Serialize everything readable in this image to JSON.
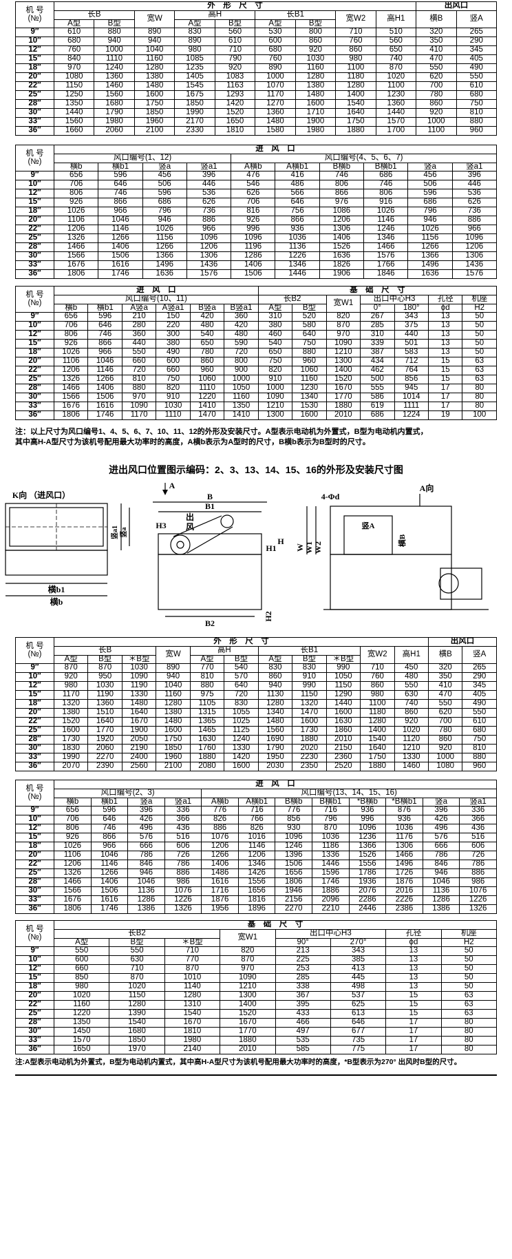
{
  "t1": {
    "head": [
      "机 号",
      "外　形　尺　寸",
      "出风口",
      "长B",
      "宽W",
      "高H",
      "长B1",
      "宽W2",
      "高H1",
      "横B",
      "竖A",
      "A型",
      "B型",
      "(№)"
    ],
    "rows": [
      [
        "9″",
        "610",
        "880",
        "890",
        "830",
        "560",
        "530",
        "800",
        "710",
        "510",
        "320",
        "265"
      ],
      [
        "10″",
        "680",
        "940",
        "940",
        "890",
        "610",
        "600",
        "860",
        "760",
        "560",
        "350",
        "290"
      ],
      [
        "12″",
        "760",
        "1000",
        "1040",
        "980",
        "710",
        "680",
        "920",
        "860",
        "650",
        "410",
        "345"
      ],
      [
        "15″",
        "840",
        "1110",
        "1160",
        "1085",
        "790",
        "760",
        "1030",
        "980",
        "740",
        "470",
        "405"
      ],
      [
        "18″",
        "970",
        "1240",
        "1280",
        "1235",
        "920",
        "890",
        "1160",
        "1100",
        "870",
        "550",
        "490"
      ],
      [
        "20″",
        "1080",
        "1360",
        "1380",
        "1405",
        "1083",
        "1000",
        "1280",
        "1180",
        "1020",
        "620",
        "550"
      ],
      [
        "22″",
        "1150",
        "1460",
        "1480",
        "1545",
        "1163",
        "1070",
        "1380",
        "1280",
        "1100",
        "700",
        "610"
      ],
      [
        "25″",
        "1250",
        "1560",
        "1600",
        "1675",
        "1293",
        "1170",
        "1480",
        "1400",
        "1230",
        "780",
        "680"
      ],
      [
        "28″",
        "1350",
        "1680",
        "1750",
        "1850",
        "1420",
        "1270",
        "1600",
        "1540",
        "1360",
        "860",
        "750"
      ],
      [
        "30″",
        "1440",
        "1790",
        "1850",
        "1990",
        "1520",
        "1360",
        "1710",
        "1640",
        "1440",
        "920",
        "810"
      ],
      [
        "33″",
        "1560",
        "1980",
        "1960",
        "2170",
        "1650",
        "1480",
        "1900",
        "1750",
        "1570",
        "1000",
        "880"
      ],
      [
        "36″",
        "1660",
        "2060",
        "2100",
        "2330",
        "1810",
        "1580",
        "1980",
        "1880",
        "1700",
        "1100",
        "960"
      ]
    ]
  },
  "t2": {
    "head": [
      "机 号",
      "进　风　口",
      "风口编号(1、12)",
      "风口编号(4、5、6、7)",
      "横b",
      "横b1",
      "竖a",
      "竖a1",
      "A横b",
      "A横b1",
      "B横b",
      "B横b1",
      "竖a",
      "竖a1",
      "(№)"
    ],
    "rows": [
      [
        "9″",
        "656",
        "596",
        "456",
        "396",
        "476",
        "416",
        "746",
        "686",
        "456",
        "396"
      ],
      [
        "10″",
        "706",
        "646",
        "506",
        "446",
        "546",
        "486",
        "806",
        "746",
        "506",
        "446"
      ],
      [
        "12″",
        "806",
        "746",
        "596",
        "536",
        "626",
        "566",
        "866",
        "806",
        "596",
        "536"
      ],
      [
        "15″",
        "926",
        "866",
        "686",
        "626",
        "706",
        "646",
        "976",
        "916",
        "686",
        "626"
      ],
      [
        "18″",
        "1026",
        "966",
        "796",
        "736",
        "816",
        "756",
        "1086",
        "1026",
        "796",
        "736"
      ],
      [
        "20″",
        "1106",
        "1046",
        "946",
        "886",
        "926",
        "866",
        "1206",
        "1146",
        "946",
        "886"
      ],
      [
        "22″",
        "1206",
        "1146",
        "1026",
        "966",
        "996",
        "936",
        "1306",
        "1246",
        "1026",
        "966"
      ],
      [
        "25″",
        "1326",
        "1266",
        "1156",
        "1096",
        "1096",
        "1036",
        "1406",
        "1346",
        "1156",
        "1096"
      ],
      [
        "28″",
        "1466",
        "1406",
        "1266",
        "1206",
        "1196",
        "1136",
        "1526",
        "1466",
        "1266",
        "1206"
      ],
      [
        "30″",
        "1566",
        "1506",
        "1366",
        "1306",
        "1286",
        "1226",
        "1636",
        "1576",
        "1366",
        "1306"
      ],
      [
        "33″",
        "1676",
        "1616",
        "1496",
        "1436",
        "1406",
        "1346",
        "1826",
        "1766",
        "1496",
        "1436"
      ],
      [
        "36″",
        "1806",
        "1746",
        "1636",
        "1576",
        "1506",
        "1446",
        "1906",
        "1846",
        "1636",
        "1576"
      ]
    ]
  },
  "t3": {
    "head": [
      "机 号",
      "进　风　口",
      "基　础　尺　寸",
      "风口编号(10、11)",
      "长B2",
      "宽W1",
      "出口中心H3",
      "孔径",
      "机座",
      "横b",
      "横b1",
      "A竖a",
      "A竖a1",
      "B竖a",
      "B竖a1",
      "A型",
      "B型",
      "0°",
      "180°",
      "ϕd",
      "H2",
      "(№)"
    ],
    "rows": [
      [
        "9″",
        "656",
        "596",
        "210",
        "150",
        "420",
        "360",
        "310",
        "520",
        "820",
        "267",
        "343",
        "13",
        "50"
      ],
      [
        "10″",
        "706",
        "646",
        "280",
        "220",
        "480",
        "420",
        "380",
        "580",
        "870",
        "285",
        "375",
        "13",
        "50"
      ],
      [
        "12″",
        "806",
        "746",
        "360",
        "300",
        "540",
        "480",
        "460",
        "640",
        "970",
        "310",
        "440",
        "13",
        "50"
      ],
      [
        "15″",
        "926",
        "866",
        "440",
        "380",
        "650",
        "590",
        "540",
        "750",
        "1090",
        "339",
        "501",
        "13",
        "50"
      ],
      [
        "18″",
        "1026",
        "966",
        "550",
        "490",
        "780",
        "720",
        "650",
        "880",
        "1210",
        "387",
        "583",
        "13",
        "50"
      ],
      [
        "20″",
        "1106",
        "1046",
        "660",
        "600",
        "860",
        "800",
        "750",
        "960",
        "1300",
        "434",
        "712",
        "15",
        "63"
      ],
      [
        "22″",
        "1206",
        "1146",
        "720",
        "660",
        "960",
        "900",
        "820",
        "1060",
        "1400",
        "462",
        "764",
        "15",
        "63"
      ],
      [
        "25″",
        "1326",
        "1266",
        "810",
        "750",
        "1060",
        "1000",
        "910",
        "1160",
        "1520",
        "500",
        "856",
        "15",
        "63"
      ],
      [
        "28″",
        "1466",
        "1406",
        "880",
        "820",
        "1110",
        "1050",
        "1000",
        "1230",
        "1670",
        "555",
        "945",
        "17",
        "80"
      ],
      [
        "30″",
        "1566",
        "1506",
        "970",
        "910",
        "1220",
        "1160",
        "1090",
        "1340",
        "1770",
        "586",
        "1014",
        "17",
        "80"
      ],
      [
        "33″",
        "1676",
        "1616",
        "1090",
        "1030",
        "1410",
        "1350",
        "1210",
        "1530",
        "1880",
        "619",
        "1111",
        "17",
        "80"
      ],
      [
        "36″",
        "1806",
        "1746",
        "1170",
        "1110",
        "1470",
        "1410",
        "1300",
        "1600",
        "2010",
        "686",
        "1224",
        "19",
        "100"
      ]
    ]
  },
  "note1a": "注：以上尺寸为风口编号1、4、5、6、7、10、11、12的外形及安装尺寸。A型表示电动机为外置式，B型为电动机内置式，",
  "note1b": "其中高H-A型尺寸为该机号配用最大功率时的高度，A横b表示为A型时的尺寸，B横b表示为B型时的尺寸。",
  "section_title": "进出风口位置图示编码：2、3、13、14、15、16的外形及安装尺寸图",
  "diagram": {
    "k_label": "K向 （进风口）",
    "a_label": "A",
    "b_label": "B",
    "b1_label": "B1",
    "b2_label": "B2",
    "h3_label": "H3",
    "out1": "出",
    "out2": "风",
    "h_label": "H",
    "h1_label": "H1",
    "h2_label": "H2",
    "w_label": "W",
    "w1_label": "W1",
    "w2_label": "W2",
    "hole_label": "4-Φd",
    "adir_label": "A向",
    "shuA": "竖A",
    "hengB": "横B",
    "shua1": "竖a1",
    "shua": "竖a",
    "hengb1": "横b1",
    "hengb": "横b"
  },
  "t4": {
    "head": [
      "机 号",
      "外　形　尺　寸",
      "出风口",
      "长B",
      "宽W",
      "高H",
      "长B1",
      "宽W2",
      "高H1",
      "横B",
      "竖A",
      "A型",
      "B型",
      "＊B型",
      "A型",
      "B型",
      "A型",
      "B型",
      "＊B型",
      "(№)"
    ],
    "rows": [
      [
        "9″",
        "870",
        "870",
        "1030",
        "890",
        "770",
        "540",
        "830",
        "830",
        "990",
        "710",
        "450",
        "320",
        "265"
      ],
      [
        "10″",
        "920",
        "950",
        "1090",
        "940",
        "810",
        "570",
        "860",
        "910",
        "1050",
        "760",
        "480",
        "350",
        "290"
      ],
      [
        "12″",
        "980",
        "1030",
        "1190",
        "1040",
        "880",
        "640",
        "940",
        "990",
        "1150",
        "860",
        "550",
        "410",
        "345"
      ],
      [
        "15″",
        "1170",
        "1190",
        "1330",
        "1160",
        "975",
        "720",
        "1130",
        "1150",
        "1290",
        "980",
        "630",
        "470",
        "405"
      ],
      [
        "18″",
        "1320",
        "1360",
        "1480",
        "1280",
        "1105",
        "830",
        "1280",
        "1320",
        "1440",
        "1100",
        "740",
        "550",
        "490"
      ],
      [
        "20″",
        "1380",
        "1510",
        "1640",
        "1380",
        "1315",
        "1055",
        "1340",
        "1470",
        "1600",
        "1180",
        "860",
        "620",
        "550"
      ],
      [
        "22″",
        "1520",
        "1640",
        "1670",
        "1480",
        "1365",
        "1025",
        "1480",
        "1600",
        "1630",
        "1280",
        "920",
        "700",
        "610"
      ],
      [
        "25″",
        "1600",
        "1770",
        "1900",
        "1600",
        "1465",
        "1125",
        "1560",
        "1730",
        "1860",
        "1400",
        "1020",
        "780",
        "680"
      ],
      [
        "28″",
        "1730",
        "1920",
        "2050",
        "1750",
        "1630",
        "1240",
        "1690",
        "1880",
        "2010",
        "1540",
        "1120",
        "860",
        "750"
      ],
      [
        "30″",
        "1830",
        "2060",
        "2190",
        "1850",
        "1760",
        "1330",
        "1790",
        "2020",
        "2150",
        "1640",
        "1210",
        "920",
        "810"
      ],
      [
        "33″",
        "1990",
        "2270",
        "2400",
        "1960",
        "1880",
        "1420",
        "1950",
        "2230",
        "2360",
        "1750",
        "1330",
        "1000",
        "880"
      ],
      [
        "36″",
        "2070",
        "2390",
        "2560",
        "2100",
        "2080",
        "1600",
        "2030",
        "2350",
        "2520",
        "1880",
        "1460",
        "1080",
        "960"
      ]
    ]
  },
  "t5": {
    "head": [
      "机 号",
      "进　风　口",
      "风口编号(2、3)",
      "风口编号(13、14、15、16)",
      "横b",
      "横b1",
      "竖a",
      "竖a1",
      "A横b",
      "A横b1",
      "B横b",
      "B横b1",
      "*B横b",
      "*B横b1",
      "竖a",
      "竖a1",
      "(№)"
    ],
    "rows": [
      [
        "9″",
        "656",
        "596",
        "396",
        "336",
        "776",
        "716",
        "776",
        "716",
        "936",
        "876",
        "396",
        "336"
      ],
      [
        "10″",
        "706",
        "646",
        "426",
        "366",
        "826",
        "766",
        "856",
        "796",
        "996",
        "936",
        "426",
        "366"
      ],
      [
        "12″",
        "806",
        "746",
        "496",
        "436",
        "886",
        "826",
        "930",
        "870",
        "1096",
        "1036",
        "496",
        "436"
      ],
      [
        "15″",
        "926",
        "866",
        "576",
        "516",
        "1076",
        "1016",
        "1096",
        "1036",
        "1236",
        "1176",
        "576",
        "516"
      ],
      [
        "18″",
        "1026",
        "966",
        "666",
        "606",
        "1206",
        "1146",
        "1246",
        "1186",
        "1366",
        "1306",
        "666",
        "606"
      ],
      [
        "20″",
        "1106",
        "1046",
        "786",
        "726",
        "1266",
        "1206",
        "1396",
        "1336",
        "1526",
        "1466",
        "786",
        "726"
      ],
      [
        "22″",
        "1206",
        "1146",
        "846",
        "786",
        "1406",
        "1346",
        "1506",
        "1446",
        "1556",
        "1496",
        "846",
        "786"
      ],
      [
        "25″",
        "1326",
        "1266",
        "946",
        "886",
        "1486",
        "1426",
        "1656",
        "1596",
        "1786",
        "1726",
        "946",
        "886"
      ],
      [
        "28″",
        "1466",
        "1406",
        "1046",
        "986",
        "1616",
        "1556",
        "1806",
        "1746",
        "1936",
        "1876",
        "1046",
        "986"
      ],
      [
        "30″",
        "1566",
        "1506",
        "1136",
        "1076",
        "1716",
        "1656",
        "1946",
        "1886",
        "2076",
        "2016",
        "1136",
        "1076"
      ],
      [
        "33″",
        "1676",
        "1616",
        "1286",
        "1226",
        "1876",
        "1816",
        "2156",
        "2096",
        "2286",
        "2226",
        "1286",
        "1226"
      ],
      [
        "36″",
        "1806",
        "1746",
        "1386",
        "1326",
        "1956",
        "1896",
        "2270",
        "2210",
        "2446",
        "2386",
        "1386",
        "1326"
      ]
    ]
  },
  "t6": {
    "head": [
      "机 号",
      "基　础　尺　寸",
      "长B2",
      "宽W1",
      "出口中心H3",
      "孔径",
      "机座",
      "A型",
      "B型",
      "＊B型",
      "90°",
      "270°",
      "ϕd",
      "H2",
      "(№)"
    ],
    "rows": [
      [
        "9″",
        "550",
        "550",
        "710",
        "820",
        "213",
        "343",
        "13",
        "50"
      ],
      [
        "10″",
        "600",
        "630",
        "770",
        "870",
        "225",
        "385",
        "13",
        "50"
      ],
      [
        "12″",
        "660",
        "710",
        "870",
        "970",
        "253",
        "413",
        "13",
        "50"
      ],
      [
        "15″",
        "850",
        "870",
        "1010",
        "1090",
        "285",
        "445",
        "13",
        "50"
      ],
      [
        "18″",
        "980",
        "1020",
        "1140",
        "1210",
        "338",
        "498",
        "13",
        "50"
      ],
      [
        "20″",
        "1020",
        "1150",
        "1280",
        "1300",
        "367",
        "537",
        "15",
        "63"
      ],
      [
        "22″",
        "1160",
        "1280",
        "1310",
        "1400",
        "395",
        "625",
        "15",
        "63"
      ],
      [
        "25″",
        "1220",
        "1390",
        "1540",
        "1520",
        "433",
        "613",
        "15",
        "63"
      ],
      [
        "28″",
        "1350",
        "1540",
        "1670",
        "1670",
        "466",
        "646",
        "17",
        "80"
      ],
      [
        "30″",
        "1450",
        "1680",
        "1810",
        "1770",
        "497",
        "677",
        "17",
        "80"
      ],
      [
        "33″",
        "1570",
        "1850",
        "1980",
        "1880",
        "535",
        "735",
        "17",
        "80"
      ],
      [
        "36″",
        "1650",
        "1970",
        "2140",
        "2010",
        "585",
        "775",
        "17",
        "80"
      ]
    ]
  },
  "note2": "注:A型表示电动机为外置式，B型为电动机内置式，其中高H-A型尺寸为该机号配用最大功率时的高度，*B型表示为270° 出风时B型的尺寸。"
}
